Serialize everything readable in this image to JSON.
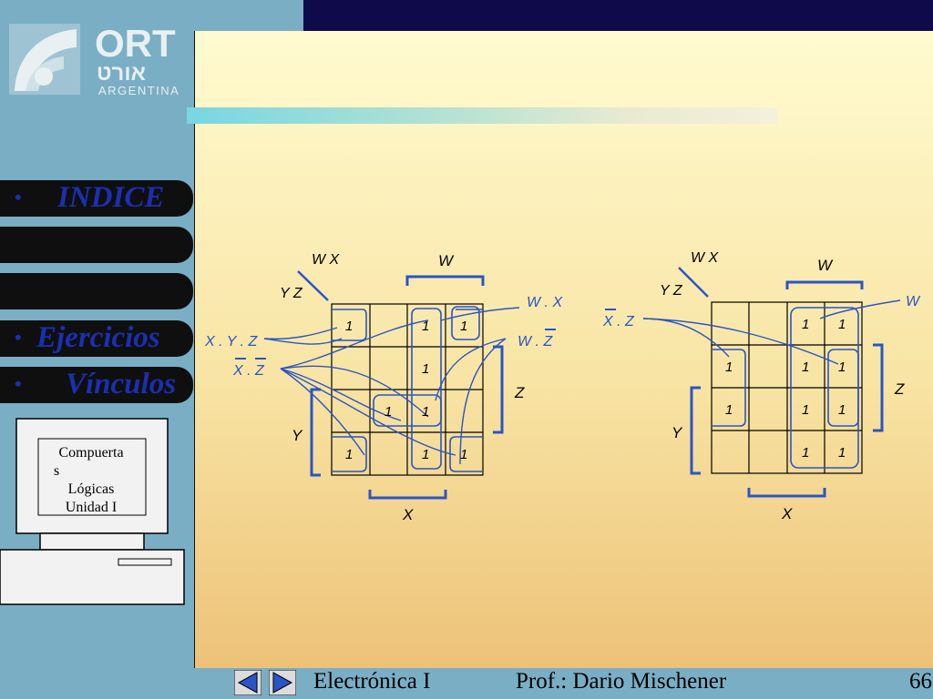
{
  "logo": {
    "name": "ORT",
    "hebrew": "אורט",
    "country": "ARGENTINA"
  },
  "nav": {
    "items": [
      {
        "label": "INDICE"
      },
      {
        "label": ""
      },
      {
        "label": ""
      },
      {
        "label": "Ejercicios"
      },
      {
        "label": "Vínculos"
      }
    ]
  },
  "computer": {
    "line1": "Compuerta",
    "line2": "s",
    "line3": "Lógicas",
    "line4": "Unidad I"
  },
  "footer": {
    "course": "Electrónica I",
    "professor": "Prof.: Dario Mischener",
    "page": "66"
  },
  "map1": {
    "corner_top": "W X",
    "corner_left": "Y Z",
    "label_w": "W",
    "label_z": "Z",
    "label_y": "Y",
    "label_x": "X",
    "term_wx": "W . X",
    "term_wz": "W . Z",
    "term_xyz": "X . Y . Z",
    "term_xz": "X . Z",
    "cell_value": "1"
  },
  "map2": {
    "corner_top": "W X",
    "corner_left": "Y Z",
    "label_w": "W",
    "label_z": "Z",
    "label_y": "Y",
    "label_x": "X",
    "term_w": "W",
    "term_xz": "X . Z",
    "cell_value": "1"
  },
  "colors": {
    "accent": "#1b2fb0",
    "map_blue": "#2a55c4",
    "topbar": "#0f0b4a",
    "sidebar": "#7aaec4"
  }
}
